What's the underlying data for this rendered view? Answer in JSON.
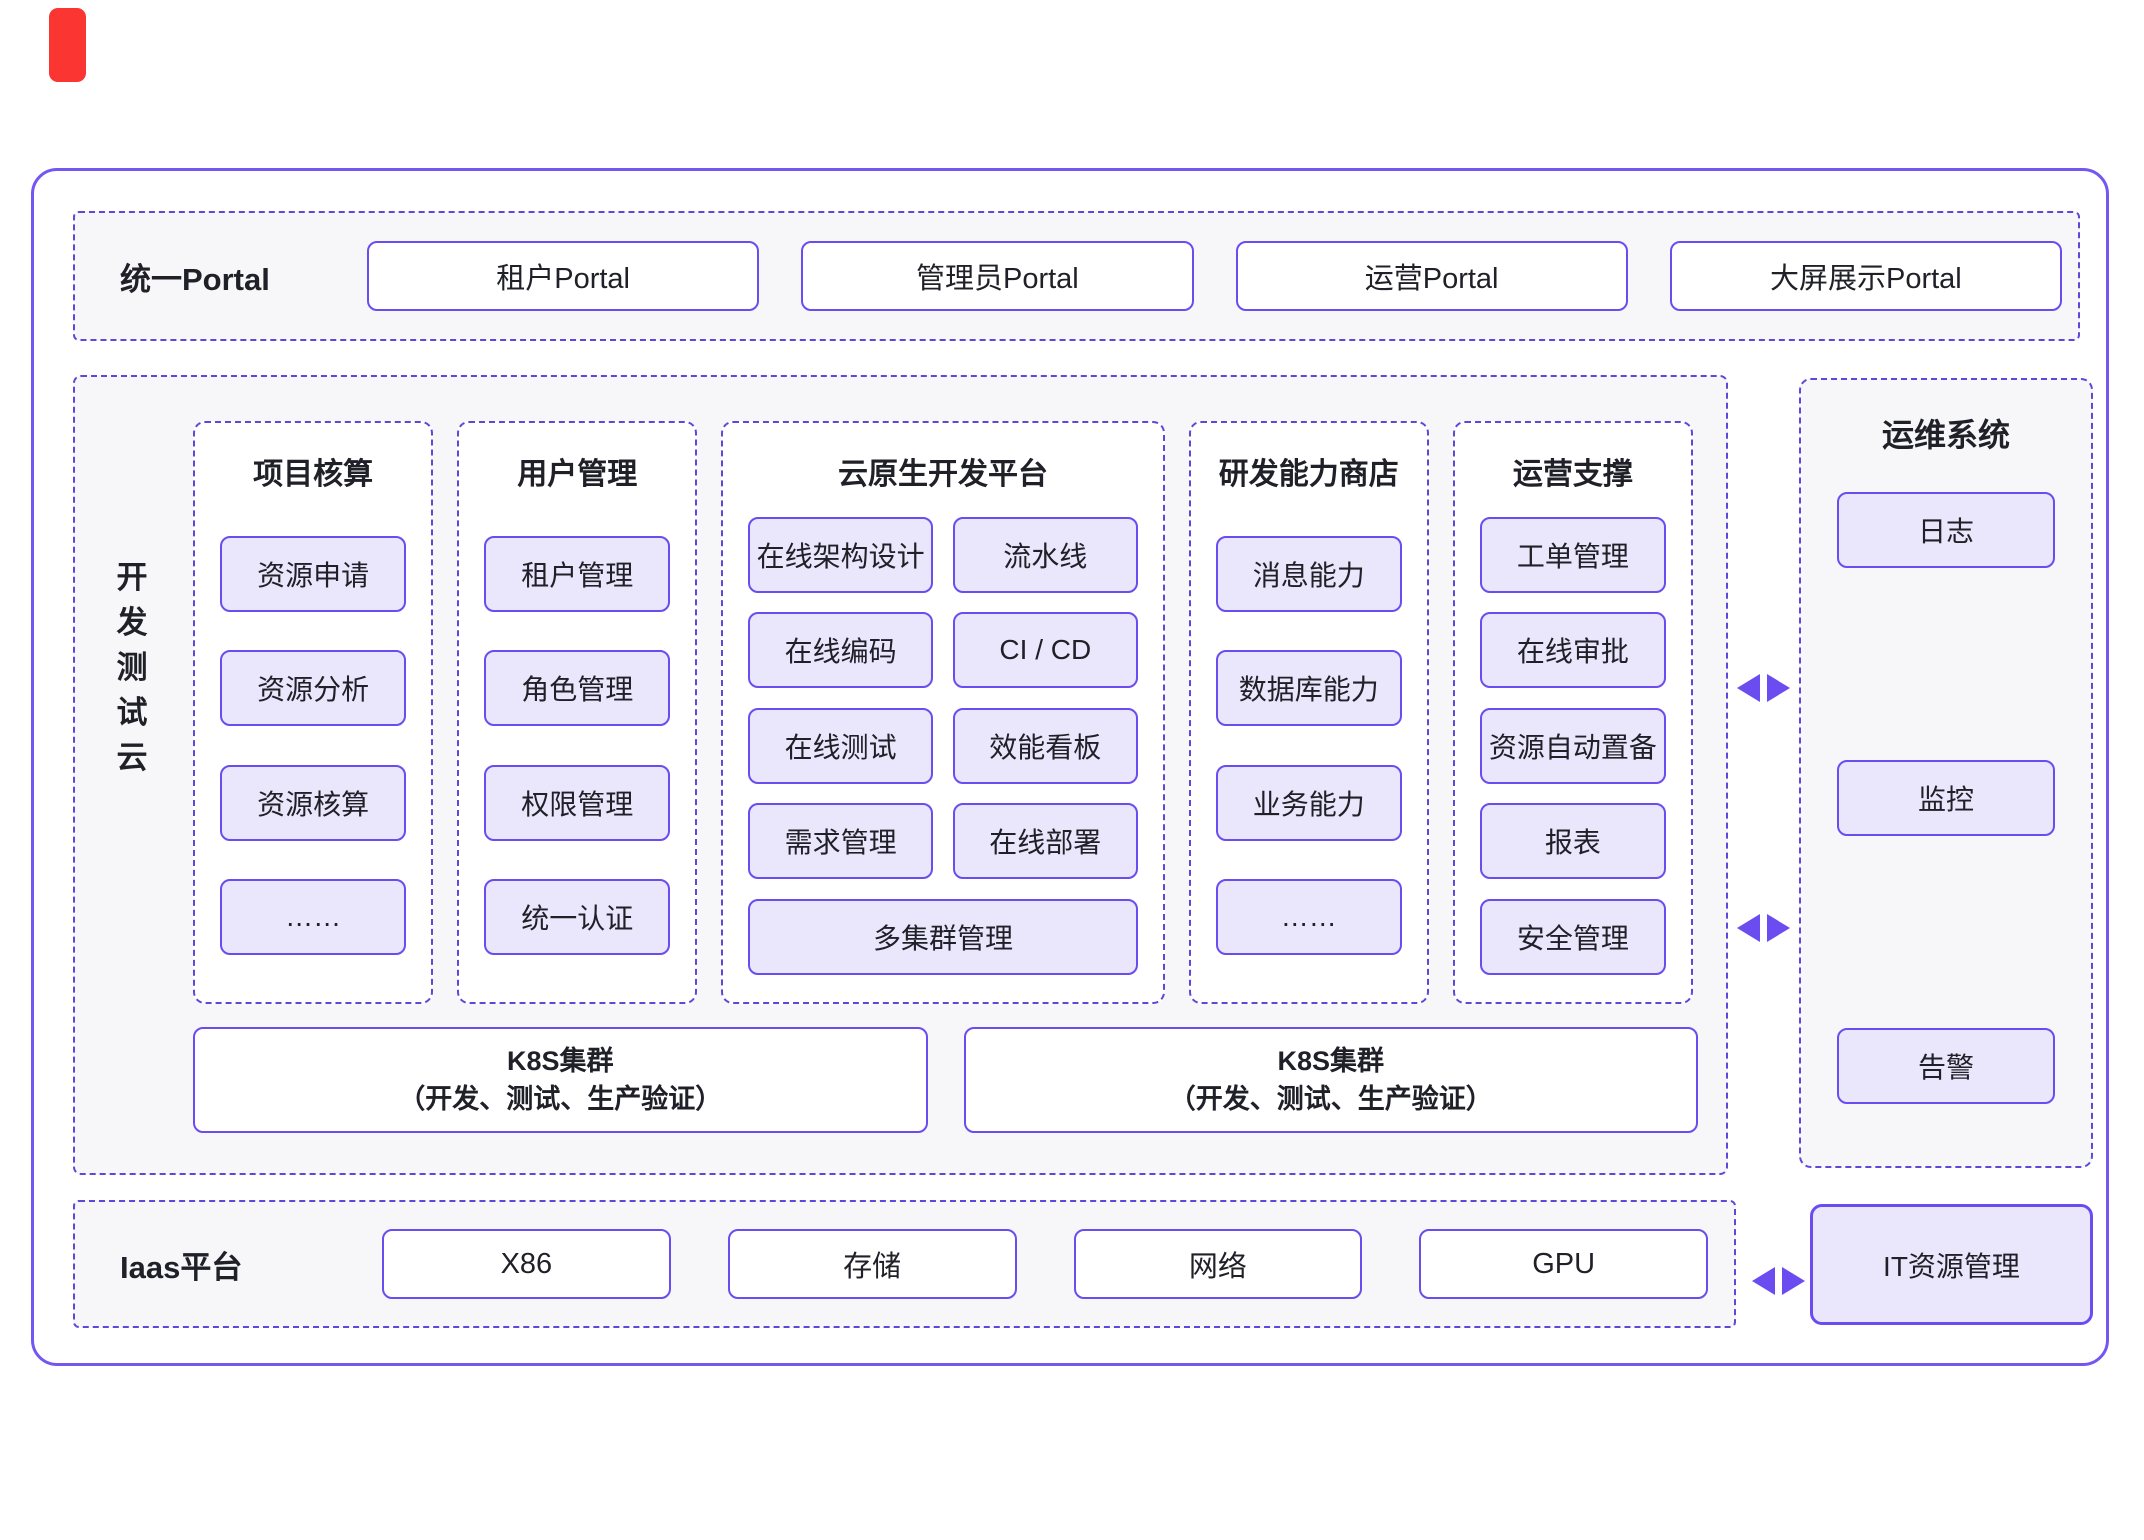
{
  "colors": {
    "purple": "#6b4cf0",
    "purple_dashed": "#5b49d8",
    "chip_fill": "#eae6fb",
    "panel_bg": "#f7f7f9",
    "text": "#202028",
    "red_badge": "#fa3532"
  },
  "portal": {
    "label": "统一Portal",
    "items": [
      "租户Portal",
      "管理员Portal",
      "运营Portal",
      "大屏展示Portal"
    ]
  },
  "dev_cloud": {
    "label": "开发测试云",
    "columns": [
      {
        "title": "项目核算",
        "items": [
          "资源申请",
          "资源分析",
          "资源核算",
          "……"
        ]
      },
      {
        "title": "用户管理",
        "items": [
          "租户管理",
          "角色管理",
          "权限管理",
          "统一认证"
        ]
      },
      {
        "title": "云原生开发平台",
        "items_left": [
          "在线架构设计",
          "在线编码",
          "在线测试",
          "需求管理"
        ],
        "items_right": [
          "流水线",
          "CI / CD",
          "效能看板",
          "在线部署"
        ],
        "item_wide": "多集群管理"
      },
      {
        "title": "研发能力商店",
        "items": [
          "消息能力",
          "数据库能力",
          "业务能力",
          "……"
        ]
      },
      {
        "title": "运营支撑",
        "items": [
          "工单管理",
          "在线审批",
          "资源自动置备",
          "报表",
          "安全管理"
        ]
      }
    ],
    "k8s_clusters": [
      {
        "line1": "K8S集群",
        "line2": "（开发、测试、生产验证）"
      },
      {
        "line1": "K8S集群",
        "line2": "（开发、测试、生产验证）"
      }
    ]
  },
  "ops_system": {
    "title": "运维系统",
    "items": [
      "日志",
      "监控",
      "告警"
    ]
  },
  "iaas": {
    "label": "Iaas平台",
    "items": [
      "X86",
      "存储",
      "网络",
      "GPU"
    ],
    "it_resource": "IT资源管理"
  }
}
